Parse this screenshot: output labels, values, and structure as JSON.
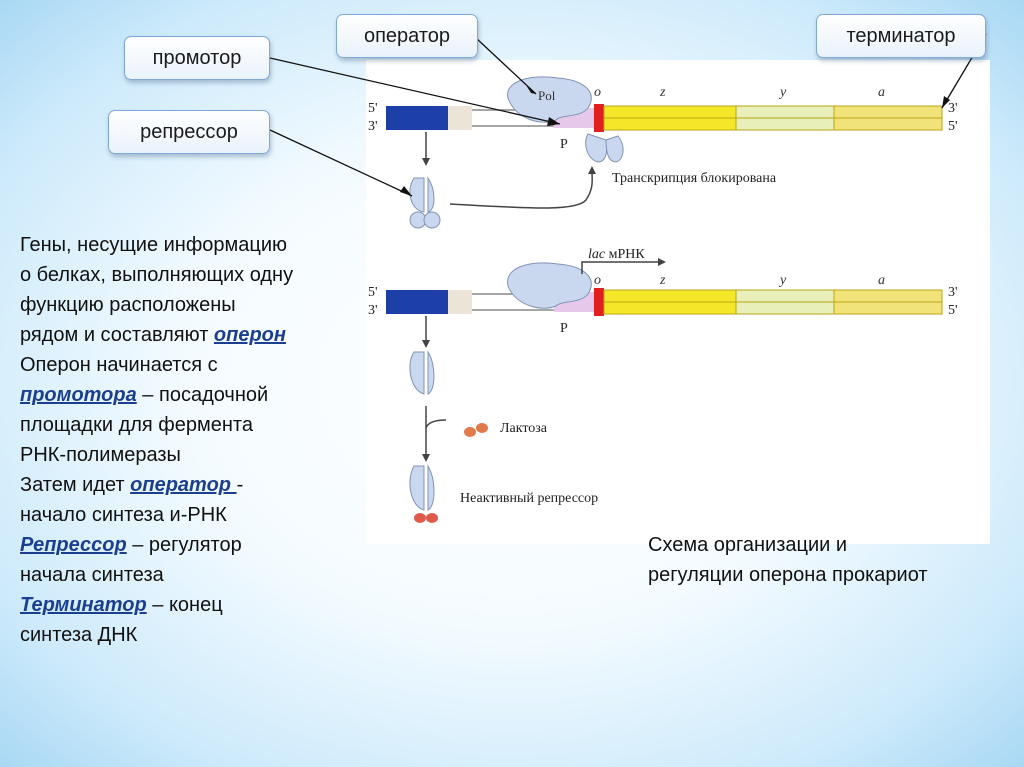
{
  "callouts": {
    "promoter": "промотор",
    "operator": "оператор",
    "terminator": "терминатор",
    "repressor": "репрессор"
  },
  "diagram": {
    "strand_top": "5'",
    "strand_bottom": "3'",
    "strand_top_right": "3'",
    "strand_bottom_right": "5'",
    "pol": "Pol",
    "o": "o",
    "z": "z",
    "y": "y",
    "a": "a",
    "p": "P",
    "blocked": "Транскрипция блокирована",
    "lac_prefix": "lac",
    "lac_suffix": " мРНК",
    "lactose": "Лактоза",
    "inactive": "Неактивный репрессор",
    "colors": {
      "regulator": "#1c3fa8",
      "operator": "#e02020",
      "gene_z": "#f5e62a",
      "gene_y": "#e8efb8",
      "gene_a": "#f2e27a",
      "protein": "#c9d8ee"
    }
  },
  "text": {
    "l1": "Гены, несущие информацию",
    "l2": "о белках, выполняющих одну",
    "l3": "функцию расположены",
    "l4a": "рядом и составляют ",
    "l4b": "оперон",
    "l5": "Оперон начинается с",
    "l6a": "промотора",
    "l6b": " – посадочной",
    "l7": "площадки для фермента",
    "l8": "РНК-полимеразы",
    "l9a": "Затем идет ",
    "l9b": "оператор ",
    "l9c": " -",
    "l10": "начало синтеза и-РНК",
    "l11a": "Репрессор",
    "l11b": " – регулятор",
    "l12": "начала синтеза",
    "l13a": "Терминатор",
    "l13b": " – конец",
    "l14": "синтеза ДНК"
  },
  "caption": {
    "line1": "Схема организации и",
    "line2": "регуляции оперона прокариот"
  }
}
